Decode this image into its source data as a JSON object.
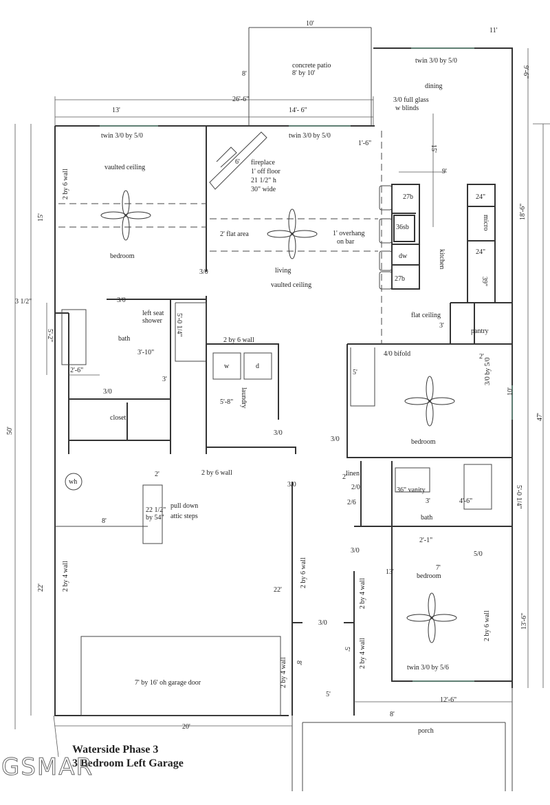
{
  "title": {
    "line1": "Waterside Phase 3",
    "line2": "3 Bedroom Left Garage"
  },
  "watermark": "GSMAR",
  "labels": [
    "10'",
    "concrete patio",
    "8' by 10'",
    "8'",
    "11'",
    "twin 3/0 by 5/0",
    "3/0 full glass",
    "w blinds",
    "dining",
    "9'-6\"",
    "26'-6\"",
    "13'",
    "14'- 6\"",
    "twin 3/0 by 5/0",
    "twin 3/0 by 5/0",
    "1'-6\"",
    "fireplace",
    "1' off floor",
    "21 1/2\" h",
    "30\" wide",
    "6'",
    "15'",
    "9'",
    "vaulted ceiling",
    "2 by 6 wall",
    "15'",
    "27b",
    "24\"",
    "36sb",
    "micro",
    "bedroom",
    "2' flat area",
    "1' overhang",
    "on bar",
    "dw",
    "24\"",
    "18'-6\"",
    "kitchen",
    "3/0",
    "living",
    "27b",
    "39\"",
    "vaulted ceiling",
    "3 1/2\"",
    "3/0",
    "left seat",
    "shower",
    "5'-0 1/4\"",
    "flat ceiling",
    "3'",
    "pantry",
    "bath",
    "5'-2\"",
    "2 by 6 wall",
    "w",
    "d",
    "2'",
    "4/0 bifold",
    "3'-10\"",
    "5'",
    "3'",
    "2'-6\"",
    "3/0",
    "3/0 by 5/0",
    "laundry",
    "10'",
    "47'",
    "closet",
    "5'-8\"",
    "3/0",
    "3/0",
    "bedroom",
    "50'",
    "2 by 6 wall",
    "2'",
    "wh",
    "linen",
    "2'",
    "2/0",
    "36\" vanity",
    "3'",
    "4'-6\"",
    "5'-0 1/4\"",
    "3/0",
    "22 1/2\"",
    "by 54\"",
    "pull down",
    "attic steps",
    "8'",
    "2/6",
    "bath",
    "3/0",
    "2'-1\"",
    "5/0",
    "7'",
    "13'",
    "bedroom",
    "2 by 6 wall",
    "2 by 4 wall",
    "22'",
    "22'",
    "2 by 4 wall",
    "2 by 6 wall",
    "13'-6\"",
    "3/0",
    "5'",
    "2 by 4 wall",
    "twin 3/0 by 5/6",
    "7' by 16' oh garage door",
    "2 by 4 wall",
    "8'",
    "5'",
    "12'-6\"",
    "8'",
    "20'",
    "porch"
  ]
}
